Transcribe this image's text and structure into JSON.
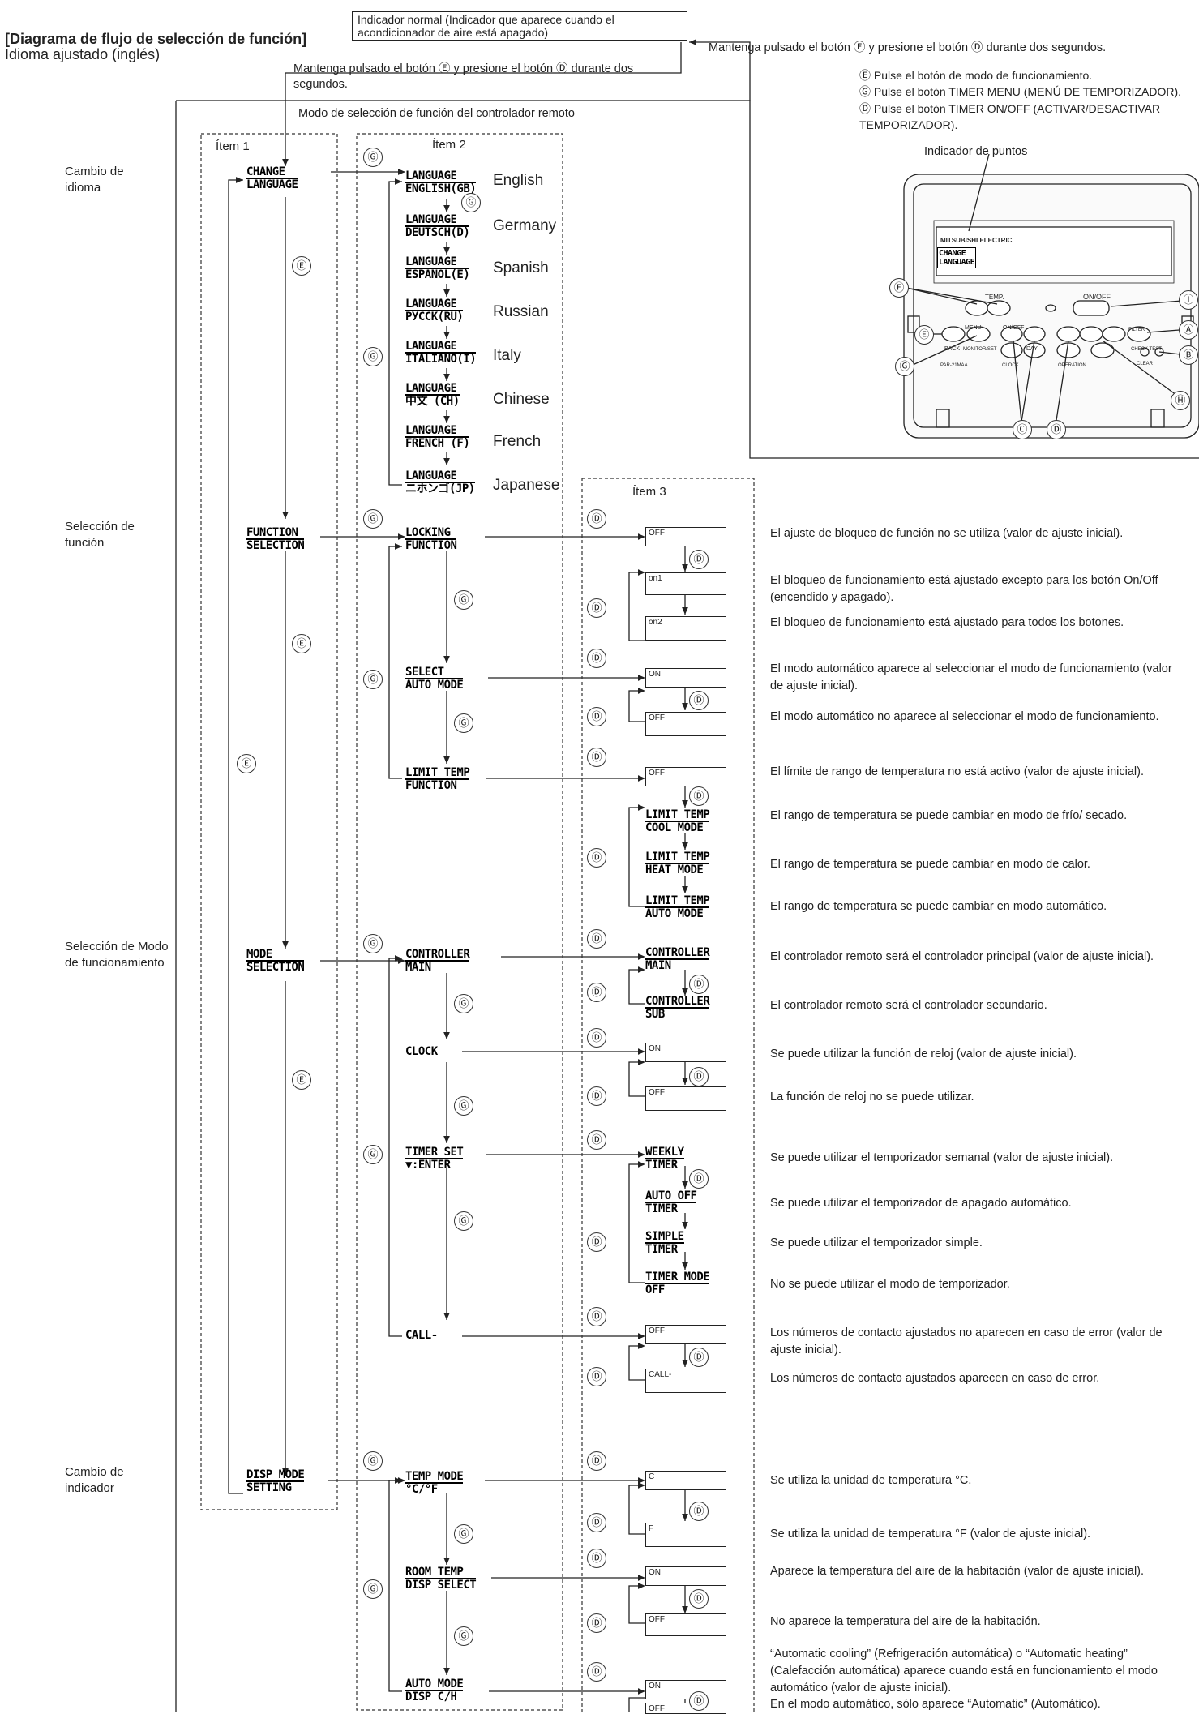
{
  "header": {
    "title": "[Diagrama de flujo de selección de función]",
    "subtitle": "Idioma ajustado (inglés)",
    "normal_indicator": "Indicador normal (Indicador que aparece cuando el acondicionador de aire está apagado)",
    "hold_note_right": "Mantenga pulsado el botón Ⓔ y presione el botón Ⓓ durante dos segundos.",
    "hold_note_mid": "Mantenga pulsado el botón Ⓔ y presione el botón Ⓓ durante dos segundos.",
    "mode_label": "Modo de selección de función del controlador remoto"
  },
  "legend": {
    "e": "Ⓔ Pulse el botón de modo de funcionamiento.",
    "g": "Ⓖ Pulse el botón TIMER MENU (MENÚ DE TEMPORIZADOR).",
    "d": "Ⓓ Pulse el botón TIMER ON/OFF (ACTIVAR/DESACTIVAR TEMPORIZADOR)."
  },
  "remote": {
    "dot_indicator": "Indicador de puntos",
    "brand": "MITSUBISHI ELECTRIC",
    "screen_line1": "CHANGE",
    "screen_line2": "LANGUAGE",
    "temp": "TEMP.",
    "onoff": "ON/OFF",
    "filter": "FILTER",
    "test": "CHECK TEST",
    "menu": "MENU",
    "back": "BACK",
    "monitor": "MONITOR/SET",
    "day": "DAY",
    "clock": "CLOCK",
    "operation": "OPERATION",
    "clear": "CLEAR",
    "model": "PAR-21MAA",
    "callouts": [
      "Ⓕ",
      "Ⓔ",
      "Ⓖ",
      "Ⓒ",
      "Ⓓ",
      "Ⓗ",
      "Ⓑ",
      "Ⓐ",
      "Ⓘ"
    ]
  },
  "items": {
    "item1": "Ítem 1",
    "item2": "Ítem 2",
    "item3": "Ítem 3"
  },
  "sections": {
    "language": "Cambio de idioma",
    "function": "Selección de función",
    "mode": "Selección de Modo de funcionamiento",
    "display": "Cambio de indicador"
  },
  "item1_lcd": [
    [
      "CHANGE",
      "LANGUAGE"
    ],
    [
      "FUNCTION",
      "SELECTION"
    ],
    [
      "MODE",
      "SELECTION"
    ],
    [
      "DISP MODE",
      "SETTING"
    ]
  ],
  "languages": [
    {
      "lcd": [
        "LANGUAGE",
        "ENGLISH(GB)"
      ],
      "name": "English"
    },
    {
      "lcd": [
        "LANGUAGE",
        "DEUTSCH(D)"
      ],
      "name": "Germany"
    },
    {
      "lcd": [
        "LANGUAGE",
        "ESPAÑOL(E)"
      ],
      "name": "Spanish"
    },
    {
      "lcd": [
        "LANGUAGE",
        "РУССК(RU)"
      ],
      "name": "Russian"
    },
    {
      "lcd": [
        "LANGUAGE",
        "ITALIANO(I)"
      ],
      "name": "Italy"
    },
    {
      "lcd": [
        "LANGUAGE",
        "中文 (CH)"
      ],
      "name": "Chinese"
    },
    {
      "lcd": [
        "LANGUAGE",
        "FRENCH (F)"
      ],
      "name": "French"
    },
    {
      "lcd": [
        "LANGUAGE",
        "ニホンゴ(JP)"
      ],
      "name": "Japanese"
    }
  ],
  "item2_lcd": {
    "locking": [
      "LOCKING",
      "FUNCTION"
    ],
    "automode": [
      "SELECT",
      "AUTO MODE"
    ],
    "limit": [
      "LIMIT TEMP",
      "FUNCTION"
    ],
    "controller": [
      "CONTROLLER",
      "MAIN"
    ],
    "clock": [
      "CLOCK",
      ""
    ],
    "timer": [
      "TIMER SET",
      "▼:ENTER"
    ],
    "call": [
      "CALL-",
      ""
    ],
    "tempmode": [
      "TEMP MODE",
      "°C/°F"
    ],
    "roomtemp": [
      "ROOM TEMP",
      "DISP SELECT"
    ],
    "autodisp": [
      "AUTO MODE",
      "DISP C/H"
    ]
  },
  "item3": {
    "lock_off": "OFF",
    "lock_on1": "on1",
    "lock_on2": "on2",
    "auto_on": "ON",
    "auto_off": "OFF",
    "limit_off": "OFF",
    "limit_cool": [
      "LIMIT TEMP",
      "COOL MODE"
    ],
    "limit_heat": [
      "LIMIT TEMP",
      "HEAT MODE"
    ],
    "limit_auto": [
      "LIMIT TEMP",
      "AUTO MODE"
    ],
    "ctrl_main": [
      "CONTROLLER",
      "MAIN"
    ],
    "ctrl_sub": [
      "CONTROLLER",
      "SUB"
    ],
    "clock_on": "ON",
    "clock_off": "OFF",
    "timer_weekly": [
      "WEEKLY",
      "TIMER"
    ],
    "timer_autooff": [
      "AUTO OFF",
      "TIMER"
    ],
    "timer_simple": [
      "SIMPLE",
      "TIMER"
    ],
    "timer_off": [
      "TIMER MODE",
      "OFF"
    ],
    "call_off": "OFF",
    "call_on": "CALL-",
    "unit_c": "C",
    "unit_f": "F",
    "room_on": "ON",
    "room_off": "OFF",
    "autodisp_on": "ON",
    "autodisp_off": "OFF"
  },
  "descriptions": [
    "El ajuste de bloqueo de función no se utiliza (valor de ajuste inicial).",
    "El bloqueo de funcionamiento está ajustado excepto para los botón On/Off (encendido y apagado).",
    "El bloqueo de funcionamiento está ajustado para todos los botones.",
    "El modo automático aparece al seleccionar el modo de funcionamiento (valor de ajuste inicial).",
    "El modo automático no aparece al seleccionar el modo de funcionamiento.",
    "El límite de rango de temperatura no está activo (valor de ajuste inicial).",
    "El rango de temperatura se puede cambiar en modo de frío/ secado.",
    "El rango de temperatura se puede cambiar en modo de calor.",
    "El rango de temperatura se puede cambiar en modo automático.",
    "El controlador remoto será el controlador principal (valor de ajuste inicial).",
    "El controlador remoto será el controlador secundario.",
    "Se puede utilizar la función de reloj (valor de ajuste inicial).",
    "La función de reloj no se puede utilizar.",
    "Se puede utilizar el temporizador semanal (valor de ajuste inicial).",
    "Se puede utilizar el temporizador de apagado automático.",
    "Se puede utilizar el temporizador simple.",
    "No se puede utilizar el modo de temporizador.",
    "Los números de contacto ajustados no aparecen en caso de error (valor de ajuste inicial).",
    "Los números de contacto ajustados aparecen en caso de error.",
    "Se utiliza la unidad de temperatura °C.",
    "Se utiliza la unidad de temperatura °F (valor de ajuste inicial).",
    "Aparece la temperatura del aire de la habitación (valor de ajuste inicial).",
    "No aparece la temperatura del aire de la habitación.",
    "“Automatic cooling” (Refrigeración automática) o “Automatic heating” (Calefacción automática) aparece cuando está en funcionamiento el modo automático (valor de ajuste inicial).",
    "En el modo automático, sólo aparece “Automatic” (Automático)."
  ],
  "symbols": {
    "e": "Ⓔ",
    "g": "Ⓖ",
    "d": "Ⓓ"
  }
}
